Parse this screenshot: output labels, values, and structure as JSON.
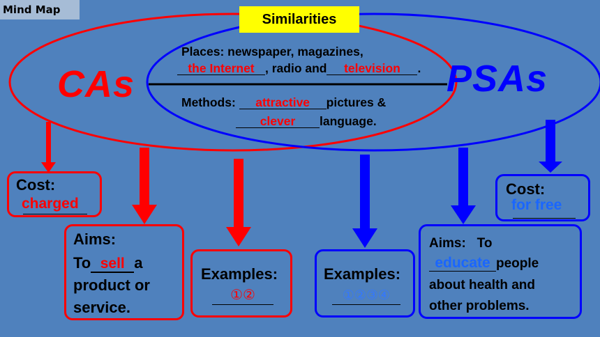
{
  "tag": "Mind Map",
  "similarities": "Similarities",
  "left_title": "CAs",
  "right_title": "PSAs",
  "places": {
    "label": "Places:  newspaper, magazines,",
    "blank1": "the Internet",
    "mid": ", radio and",
    "blank2": "television",
    "end": "."
  },
  "methods": {
    "label": "Methods: ",
    "blank1": "attractive",
    "after1": "pictures &",
    "blank2": "clever",
    "after2": "language."
  },
  "ca_cost": {
    "label": "Cost:",
    "answer": "charged"
  },
  "ca_aims": {
    "label": "Aims:",
    "pre": "To",
    "answer": "sell",
    "post": "a",
    "line2": "product or",
    "line3": "service."
  },
  "ca_examples": {
    "label": "Examples:",
    "answer": "①②"
  },
  "psa_examples": {
    "label": "Examples:",
    "answer": "①②③④"
  },
  "psa_aims": {
    "label": "Aims:   To",
    "answer": "educate",
    "post": "people",
    "line2": "about health and",
    "line3": "other problems."
  },
  "psa_cost": {
    "label": "Cost:",
    "answer": "for free"
  },
  "colors": {
    "background": "#4f81bd",
    "ca": "#ff0000",
    "psa": "#0000ff",
    "highlight": "#ffff00"
  }
}
